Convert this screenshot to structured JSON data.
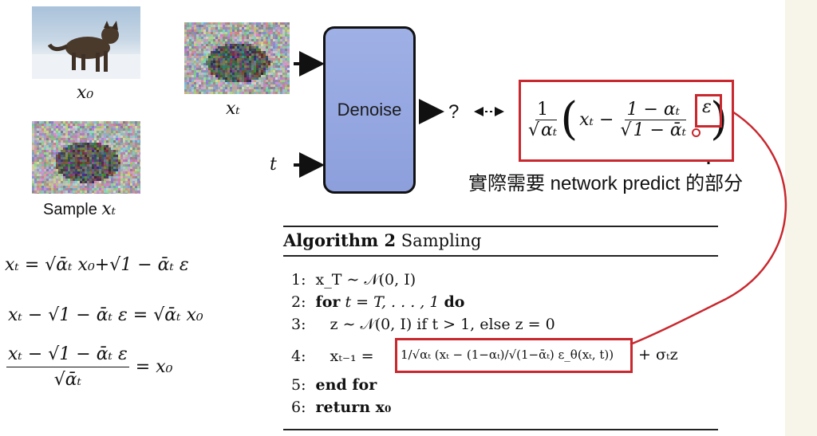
{
  "images": {
    "x0_label": "x₀",
    "xt_label": "xₜ",
    "sample_label": "Sample ",
    "sample_var": "xₜ"
  },
  "diagram": {
    "t_label": "t",
    "denoise_label": "Denoise",
    "question": "?",
    "note": "實際需要 network predict 的部分"
  },
  "formula_box": {
    "one": "1",
    "den_sqrt": "αₜ",
    "x_term": "xₜ −",
    "frac_num": "1 − αₜ",
    "frac_den_sqrt": "1 − ᾱₜ",
    "eps": "ε"
  },
  "left_equations": {
    "eq1": "xₜ = √ᾱₜ x₀+√1 − ᾱₜ ε",
    "eq2": "xₜ − √1 − ᾱₜ ε = √ᾱₜ x₀",
    "eq3_num": "xₜ − √1 − ᾱₜ ε",
    "eq3_den": "√ᾱₜ",
    "eq3_rhs": "= x₀"
  },
  "algorithm": {
    "title_bold": "Algorithm 2",
    "title_rest": " Sampling",
    "lines": [
      {
        "num": "1:",
        "text": "x_T ∼ 𝒩(0, I)"
      },
      {
        "num": "2:",
        "kw": "for",
        "text": " t = T, . . . , 1 ",
        "kw2": "do"
      },
      {
        "num": "3:",
        "text": "z ∼ 𝒩(0, I) if t > 1, else z = 0"
      },
      {
        "num": "4:",
        "lhs": "xₜ₋₁ =",
        "box": "1/√αₜ (xₜ − (1−αₜ)/√(1−ᾱₜ) ε_θ(xₜ, t))",
        "rhs": "+ σₜz"
      },
      {
        "num": "5:",
        "kw": "end for"
      },
      {
        "num": "6:",
        "kw": "return",
        "text": " x₀"
      }
    ]
  },
  "colors": {
    "accent_red": "#c8282e",
    "denoise_fill": "#95a7e1",
    "right_strip": "#f7f4ea"
  }
}
